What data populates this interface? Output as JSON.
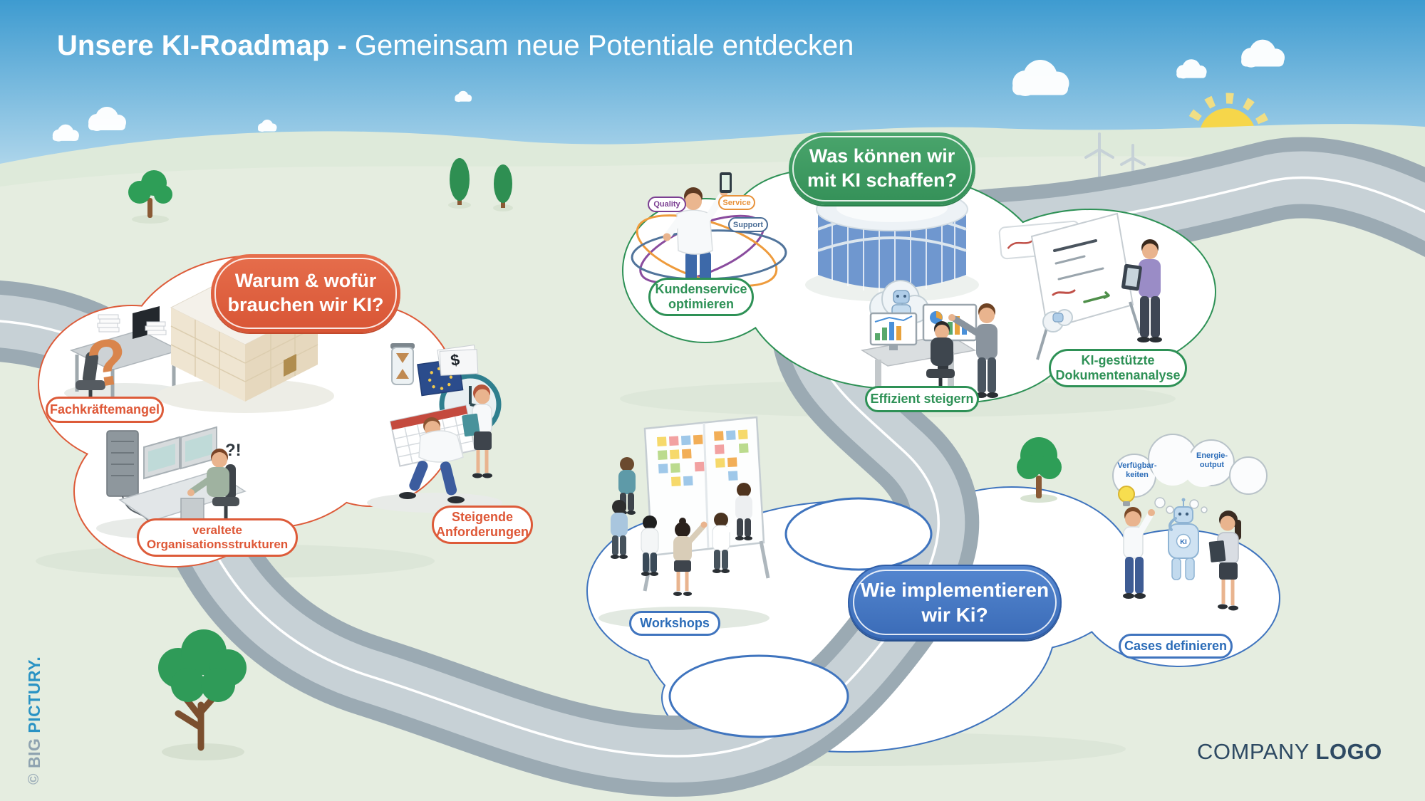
{
  "header": {
    "title_bold": "Unsere KI-Roadmap -",
    "title_regular": "Gemeinsam neue Potentiale entdecken"
  },
  "stations": {
    "why": {
      "question_line1": "Warum & wofür",
      "question_line2": "brauchen wir KI?",
      "labels": {
        "shortage": "Fachkräftemangel",
        "outdated_line1": "veraltete",
        "outdated_line2": "Organisationsstrukturen",
        "demands_line1": "Steigende",
        "demands_line2": "Anforderungen"
      }
    },
    "what": {
      "question_line1": "Was können wir",
      "question_line2": "mit KI schaffen?",
      "labels": {
        "customer_line1": "Kundenservice",
        "customer_line2": "optimieren",
        "efficiency": "Effizient steigern",
        "documents_line1": "KI-gestützte",
        "documents_line2": "Dokumentenanalyse"
      },
      "orbit_tags": {
        "quality": "Quality",
        "service": "Service",
        "support": "Support"
      }
    },
    "how": {
      "question_line1": "Wie implementieren",
      "question_line2": "wir Ki?",
      "labels": {
        "workshops": "Workshops",
        "cases": "Cases definieren"
      },
      "thoughts": {
        "availability_line1": "Verfügbar-",
        "availability_line2": "keiten",
        "energy_line1": "Energie-",
        "energy_line2": "output"
      }
    }
  },
  "scene_texts": {
    "confusion": "?!",
    "question_sculpture": "?",
    "dollar": "$",
    "robot_chest": "KI"
  },
  "footer": {
    "credit_symbol": "©",
    "credit_bold": "BIG",
    "credit_brand": "PICTURY.",
    "company_name": "COMPANY",
    "company_logo": "LOGO"
  },
  "colors": {
    "accent_orange": "#DD5F3D",
    "accent_green": "#35915A",
    "accent_blue": "#3F74BE",
    "label_blue": "#2B6CB8",
    "road_gray": "#9BAAB3",
    "sky_blue": "#3E9CD1",
    "ground_green": "#E4ECDF"
  }
}
